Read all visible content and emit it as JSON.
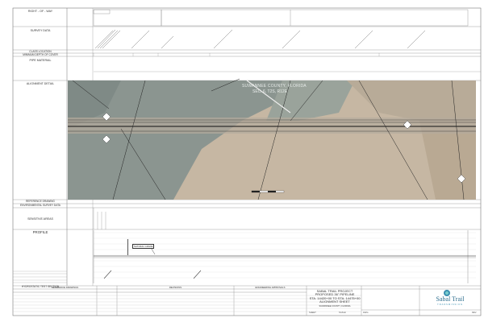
{
  "left_panel": {
    "right_of_way": "RIGHT - OF - WAY",
    "survey_data": "SURVEY DATA",
    "class_location": "CLASS LOCATION",
    "min_depth_of_cover": "MINIMUM DEPTH OF COVER",
    "pipe_material": "PIPE MATERIAL",
    "alignment_detail": "ALIGNMENT DETAIL",
    "reference_drawing": "REFERENCE DRAWING",
    "environmental_survey_data": "ENVIRONMENTAL SURVEY DATA",
    "sensitive_areas": "SENSITIVE AREAS",
    "profile": "PROFILE",
    "hydrostatic_test_section": "HYDROSTATIC TEST SECTION"
  },
  "aerial": {
    "location_label_1": "SUWANNEE COUNTY, FLORIDA",
    "location_label_2": "SEC. 6, T2S, R12E",
    "colors": {
      "grassland": "#8c9690",
      "field": "#c8b8a4",
      "pipeline": "#2a2a2a"
    }
  },
  "profile": {
    "callout": "NATURAL GRADE"
  },
  "title_block": {
    "engineering_approvals": "ENGINEERING APPROVALS",
    "reference_drawings": "REFERENCE DRAWINGS",
    "revisions": "REVISIONS",
    "project_line1": "SABAL TRAIL PROJECT",
    "project_line2": "PROPOSED 36\" PIPELINE",
    "project_line3": "STA. 14420+00 TO STA. 14475+00",
    "project_line4": "ALIGNMENT SHEET",
    "county": "SUWANNEE COUNTY, FLORIDA",
    "logo_text": "Sabal Trail",
    "logo_sub": "TRANSMISSION",
    "scale_label": "SCALE:",
    "sheet_label": "SHEET:",
    "dwg_label": "DWG:",
    "rev_label": "REV:"
  }
}
